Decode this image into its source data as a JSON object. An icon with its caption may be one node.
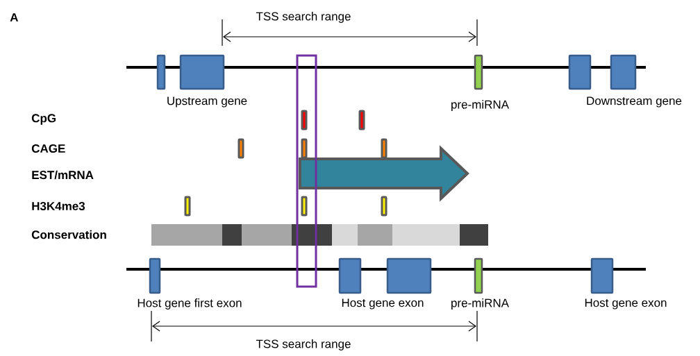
{
  "diagram": {
    "labels": [
      "A",
      "TSS search range",
      "Upstream gene",
      "pre-miRNA",
      "Downstream gene",
      "CpG",
      "CAGE",
      "EST/mRNA",
      "H3K4me3",
      "Conservation",
      "Host gene first exon",
      "Host gene exon",
      "pre-miRNA",
      "Host gene exon",
      "TSS search range"
    ]
  }
}
